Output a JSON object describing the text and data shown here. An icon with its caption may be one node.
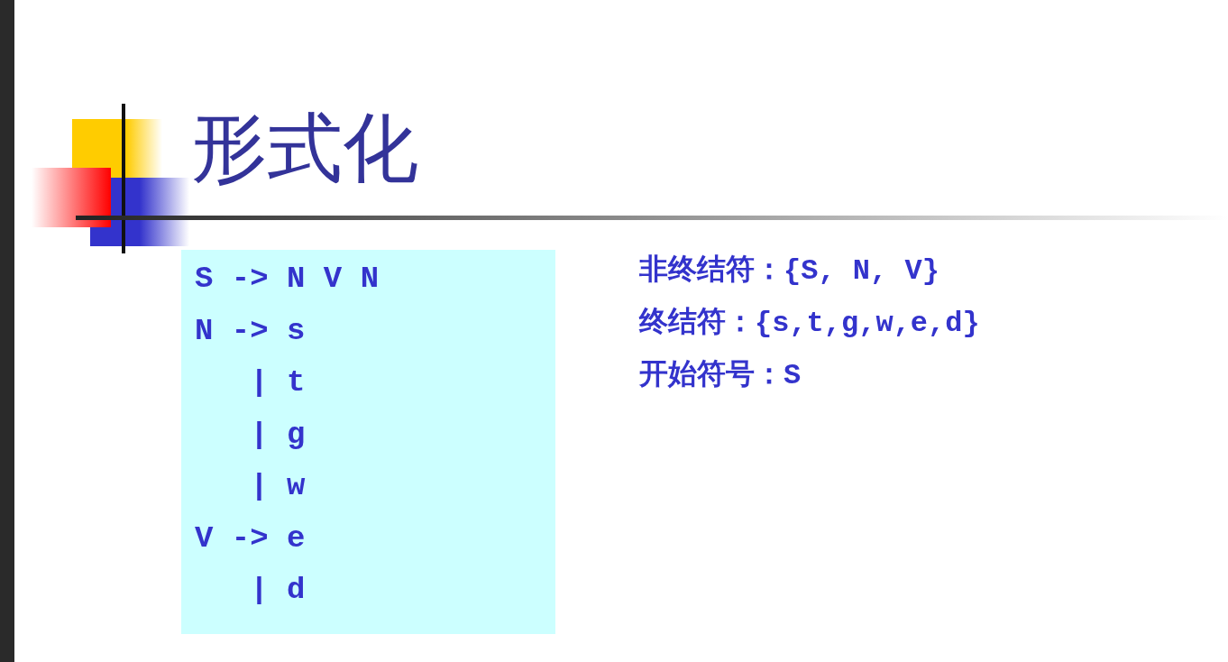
{
  "diagram": {
    "title": "形式化",
    "nodes": [
      {
        "text": [
          "S -> N V N",
          "N -> s",
          "   | t",
          "   | g",
          "   | w",
          "V -> e",
          "   | d"
        ]
      }
    ],
    "edges": [],
    "labels": [
      "非终结符：{S, N, V}",
      "终结符：{s,t,g,w,e,d}",
      "开始符号：S"
    ]
  }
}
